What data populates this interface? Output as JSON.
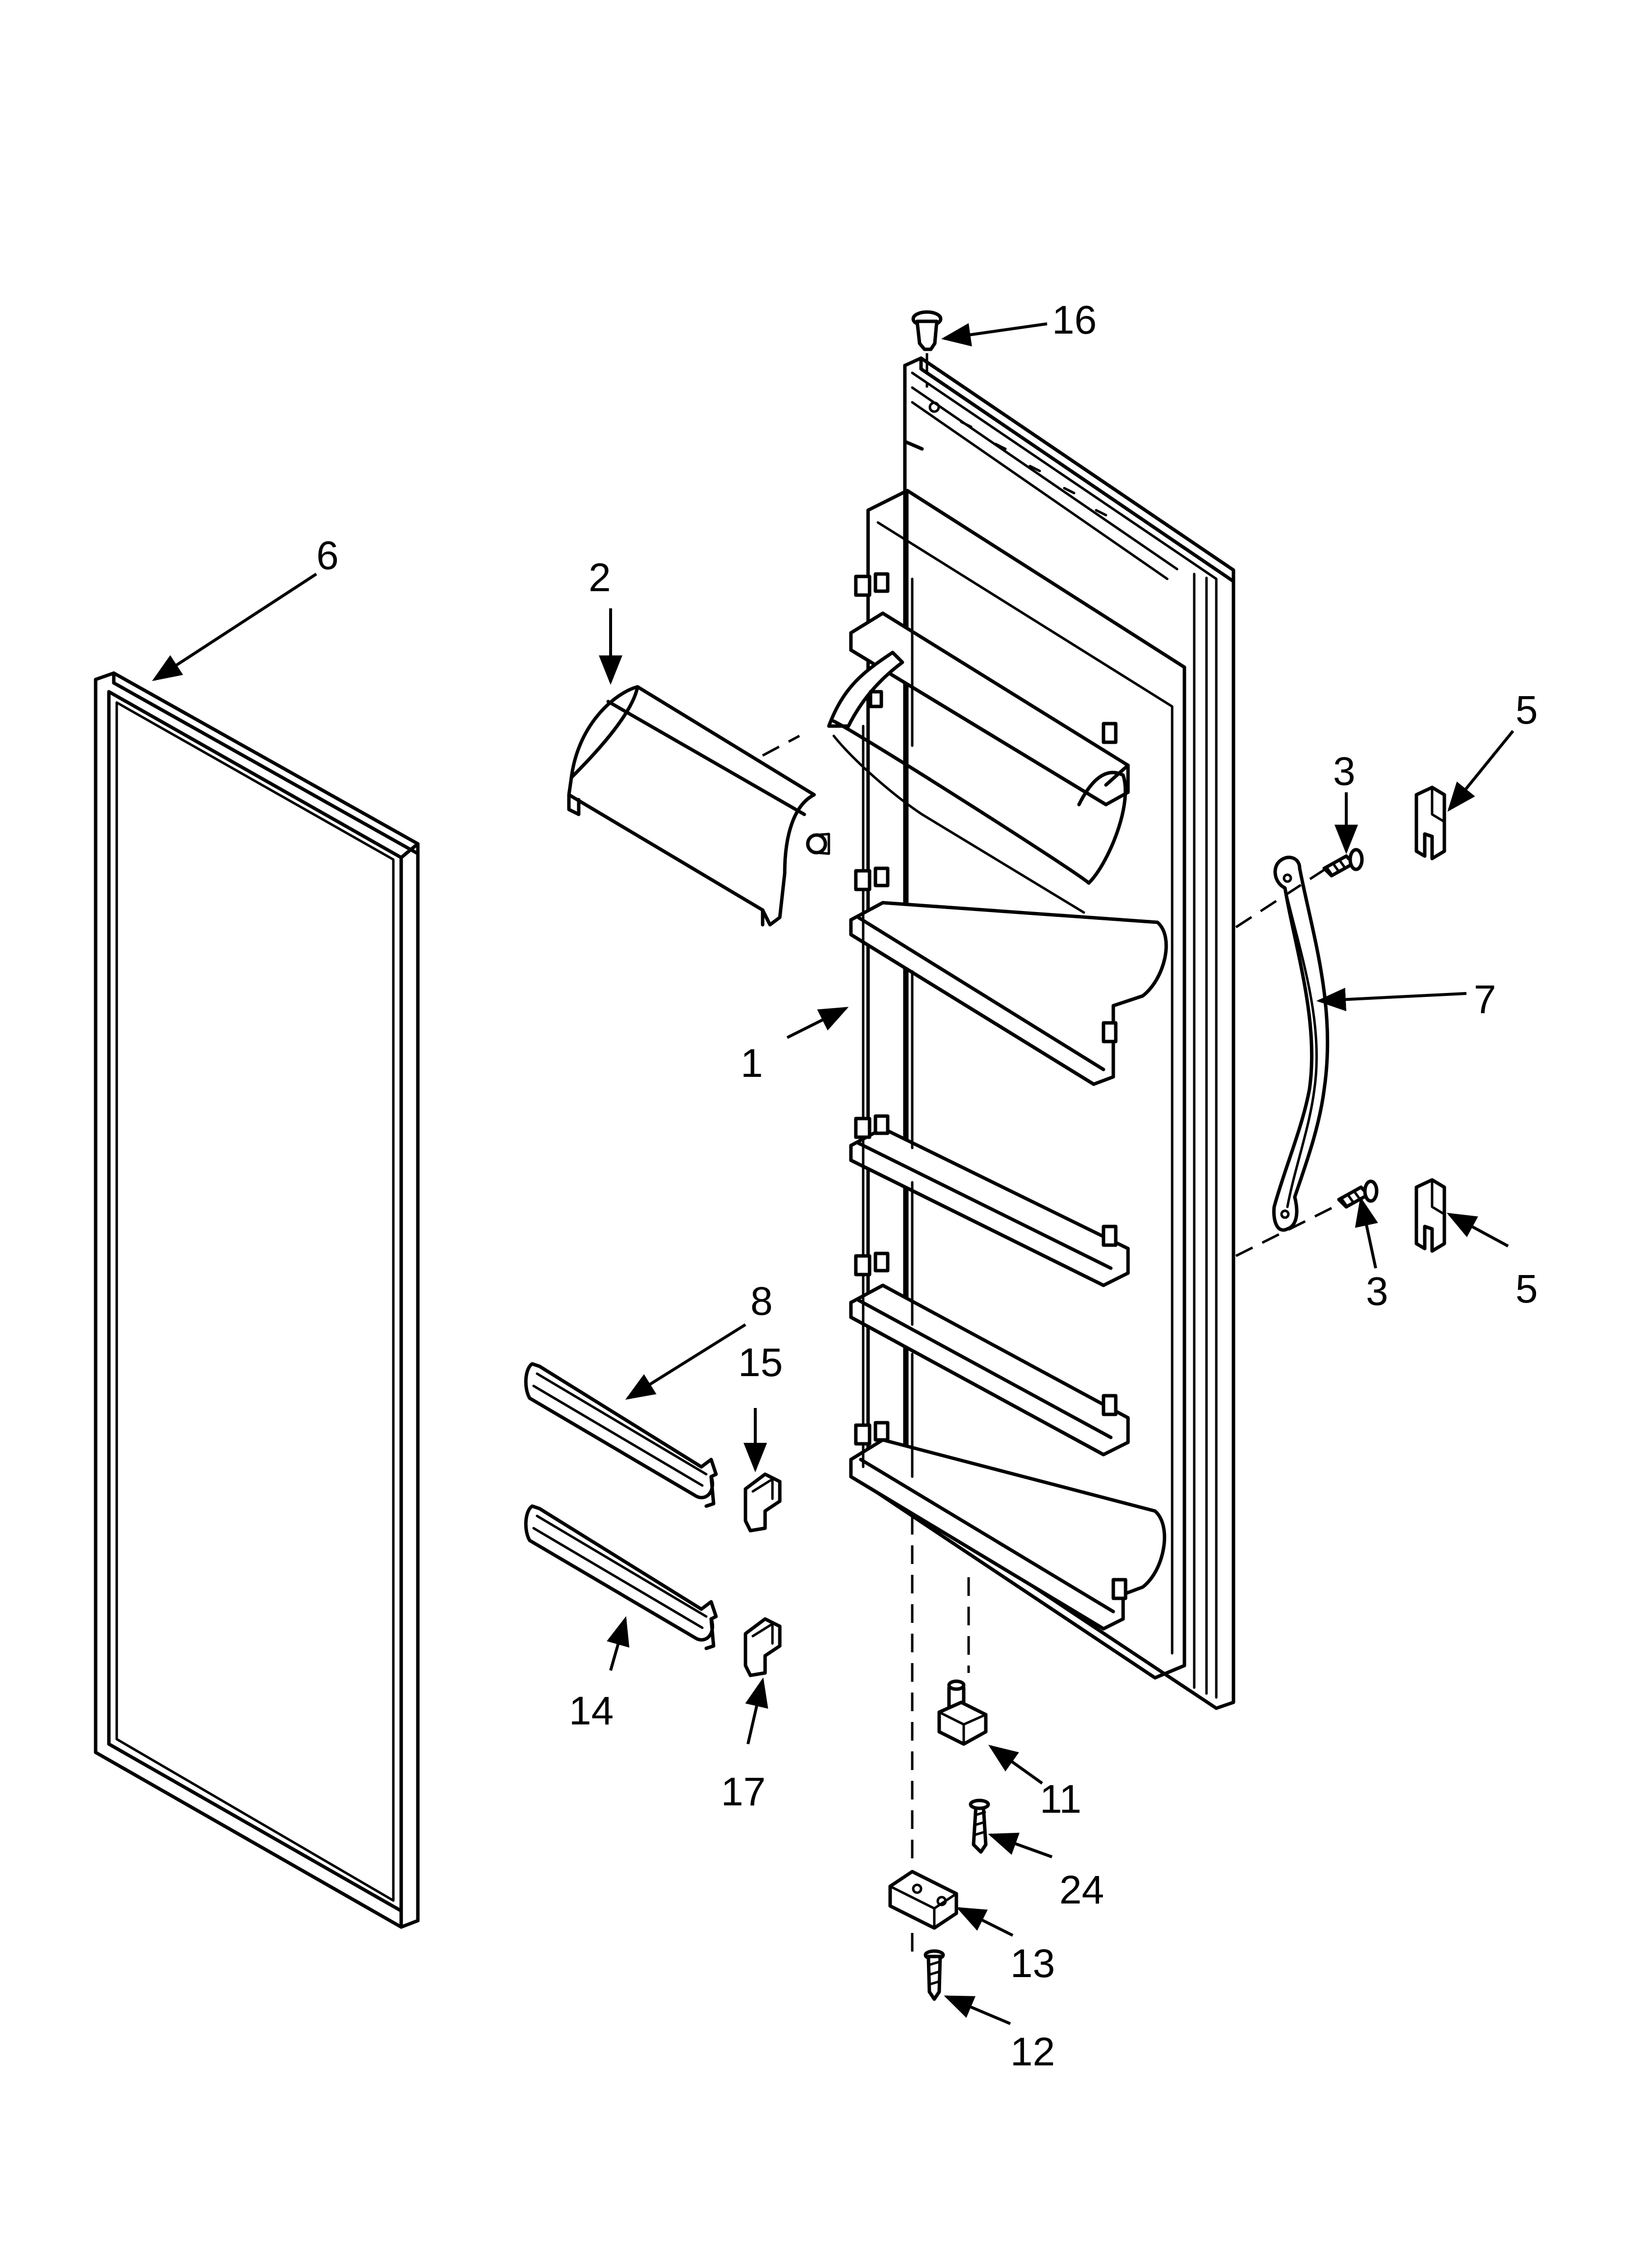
{
  "callouts": {
    "c1": "1",
    "c2": "2",
    "c3a": "3",
    "c3b": "3",
    "c5a": "5",
    "c5b": "5",
    "c6": "6",
    "c7": "7",
    "c8": "8",
    "c11": "11",
    "c12": "12",
    "c13": "13",
    "c14": "14",
    "c15": "15",
    "c16": "16",
    "c17": "17",
    "c24": "24"
  }
}
